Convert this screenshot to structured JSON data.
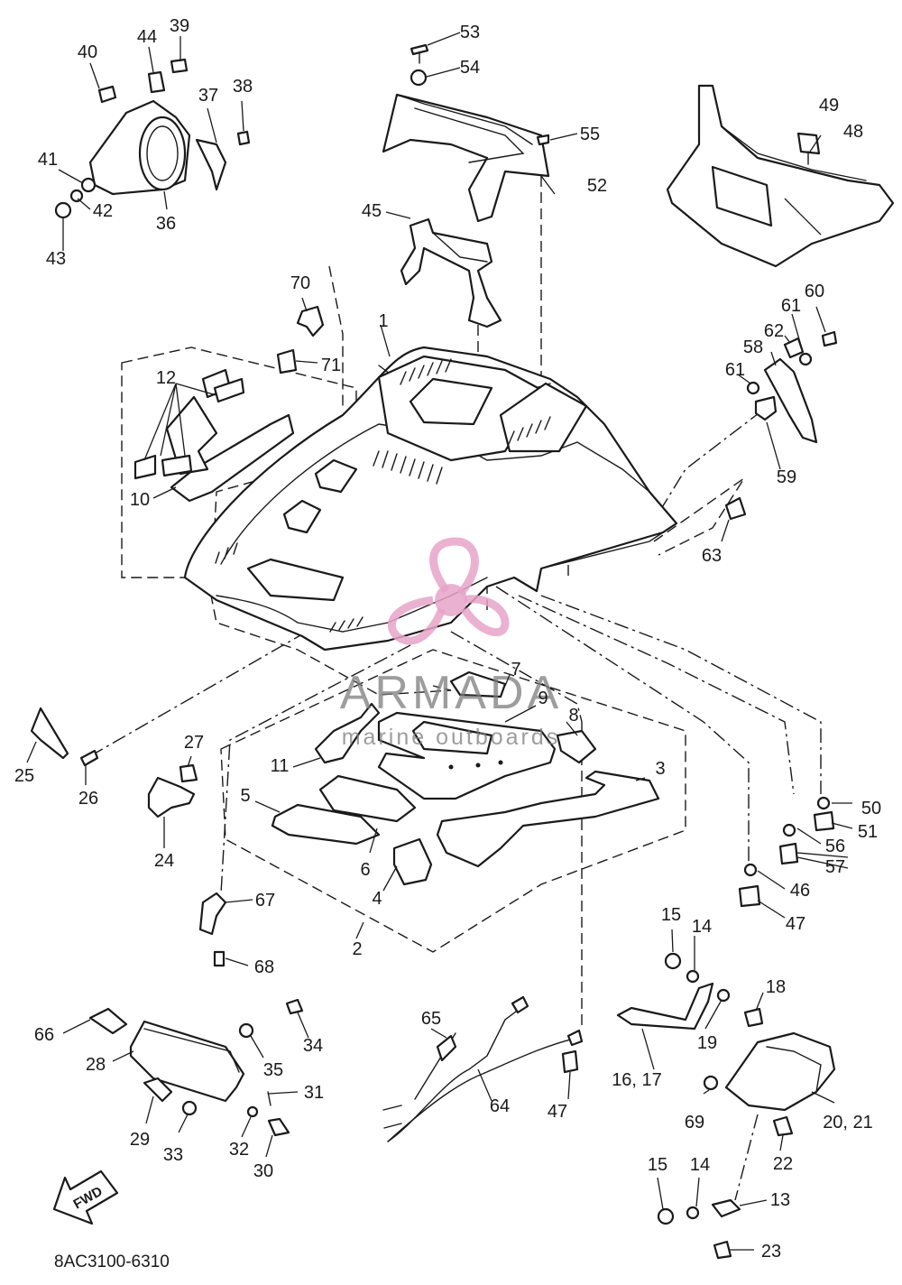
{
  "diagram": {
    "part_code": "8AC3100-6310",
    "fwd_label": "FWD",
    "watermark": {
      "brand": "ARMADA",
      "tagline": "marine outboards",
      "logo_color": "#e7a3c9"
    },
    "callouts": [
      {
        "id": "c1",
        "label": "1"
      },
      {
        "id": "c2",
        "label": "2"
      },
      {
        "id": "c3",
        "label": "3"
      },
      {
        "id": "c4",
        "label": "4"
      },
      {
        "id": "c5",
        "label": "5"
      },
      {
        "id": "c6",
        "label": "6"
      },
      {
        "id": "c7",
        "label": "7"
      },
      {
        "id": "c8",
        "label": "8"
      },
      {
        "id": "c9",
        "label": "9"
      },
      {
        "id": "c10",
        "label": "10"
      },
      {
        "id": "c11",
        "label": "11"
      },
      {
        "id": "c12",
        "label": "12"
      },
      {
        "id": "c13",
        "label": "13"
      },
      {
        "id": "c14a",
        "label": "14"
      },
      {
        "id": "c14b",
        "label": "14"
      },
      {
        "id": "c15a",
        "label": "15"
      },
      {
        "id": "c15b",
        "label": "15"
      },
      {
        "id": "c1617",
        "label": "16, 17"
      },
      {
        "id": "c18",
        "label": "18"
      },
      {
        "id": "c19",
        "label": "19"
      },
      {
        "id": "c2021",
        "label": "20, 21"
      },
      {
        "id": "c22",
        "label": "22"
      },
      {
        "id": "c23",
        "label": "23"
      },
      {
        "id": "c24",
        "label": "24"
      },
      {
        "id": "c25",
        "label": "25"
      },
      {
        "id": "c26",
        "label": "26"
      },
      {
        "id": "c27",
        "label": "27"
      },
      {
        "id": "c28",
        "label": "28"
      },
      {
        "id": "c29",
        "label": "29"
      },
      {
        "id": "c30",
        "label": "30"
      },
      {
        "id": "c31",
        "label": "31"
      },
      {
        "id": "c32",
        "label": "32"
      },
      {
        "id": "c33",
        "label": "33"
      },
      {
        "id": "c34",
        "label": "34"
      },
      {
        "id": "c35",
        "label": "35"
      },
      {
        "id": "c36",
        "label": "36"
      },
      {
        "id": "c37",
        "label": "37"
      },
      {
        "id": "c38",
        "label": "38"
      },
      {
        "id": "c39",
        "label": "39"
      },
      {
        "id": "c40",
        "label": "40"
      },
      {
        "id": "c41",
        "label": "41"
      },
      {
        "id": "c42",
        "label": "42"
      },
      {
        "id": "c43",
        "label": "43"
      },
      {
        "id": "c44",
        "label": "44"
      },
      {
        "id": "c45",
        "label": "45"
      },
      {
        "id": "c46",
        "label": "46"
      },
      {
        "id": "c47a",
        "label": "47"
      },
      {
        "id": "c47b",
        "label": "47"
      },
      {
        "id": "c48",
        "label": "48"
      },
      {
        "id": "c49",
        "label": "49"
      },
      {
        "id": "c50",
        "label": "50"
      },
      {
        "id": "c51",
        "label": "51"
      },
      {
        "id": "c52",
        "label": "52"
      },
      {
        "id": "c53",
        "label": "53"
      },
      {
        "id": "c54",
        "label": "54"
      },
      {
        "id": "c55",
        "label": "55"
      },
      {
        "id": "c56",
        "label": "56"
      },
      {
        "id": "c57",
        "label": "57"
      },
      {
        "id": "c58",
        "label": "58"
      },
      {
        "id": "c59",
        "label": "59"
      },
      {
        "id": "c60",
        "label": "60"
      },
      {
        "id": "c61a",
        "label": "61"
      },
      {
        "id": "c61b",
        "label": "61"
      },
      {
        "id": "c62",
        "label": "62"
      },
      {
        "id": "c63",
        "label": "63"
      },
      {
        "id": "c64",
        "label": "64"
      },
      {
        "id": "c65",
        "label": "65"
      },
      {
        "id": "c66",
        "label": "66"
      },
      {
        "id": "c67",
        "label": "67"
      },
      {
        "id": "c68",
        "label": "68"
      },
      {
        "id": "c69",
        "label": "69"
      },
      {
        "id": "c70",
        "label": "70"
      },
      {
        "id": "c71",
        "label": "71"
      }
    ]
  }
}
